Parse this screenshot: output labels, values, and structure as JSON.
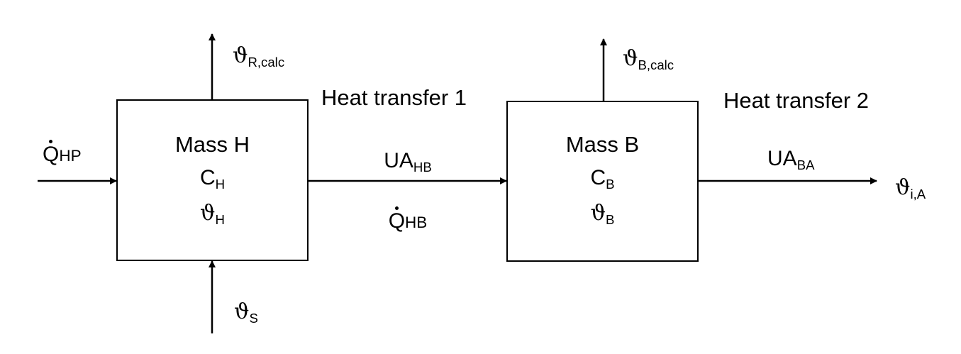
{
  "mass_h": {
    "title": "Mass H",
    "capacity": "C",
    "capacity_sub": "H",
    "temp": "ϑ",
    "temp_sub": "H"
  },
  "mass_b": {
    "title": "Mass B",
    "capacity": "C",
    "capacity_sub": "B",
    "temp": "ϑ",
    "temp_sub": "B"
  },
  "heat_transfer_1": {
    "title": "Heat transfer 1",
    "ua": "UA",
    "ua_sub": "HB",
    "q": "Q",
    "q_sub": "HB"
  },
  "heat_transfer_2": {
    "title": "Heat transfer 2",
    "ua": "UA",
    "ua_sub": "BA"
  },
  "inputs": {
    "q_hp": "Q",
    "q_hp_sub": "HP",
    "theta_s": "ϑ",
    "theta_s_sub": "S"
  },
  "outputs": {
    "theta_r": "ϑ",
    "theta_r_sub": "R,calc",
    "theta_b": "ϑ",
    "theta_b_sub": "B,calc",
    "theta_ia": "ϑ",
    "theta_ia_sub": "i,A"
  }
}
